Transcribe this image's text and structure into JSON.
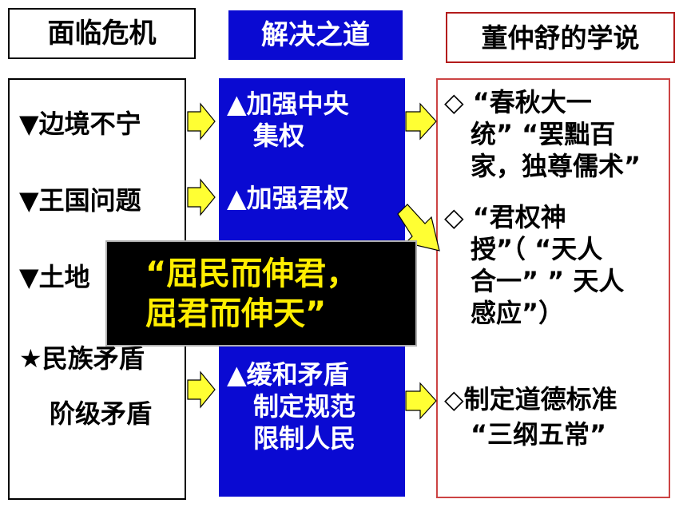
{
  "headers": {
    "crisis": "面临危机",
    "solution": "解决之道",
    "theory": "董仲舒的学说"
  },
  "crises": [
    "▼边境不宁",
    "▼王国问题",
    "▼土地",
    "★民族矛盾",
    "阶级矛盾"
  ],
  "solutions": [
    {
      "lines": [
        "▲加强中央",
        "集权"
      ]
    },
    {
      "lines": [
        "▲加强君权"
      ]
    },
    {
      "lines": [
        "▲缓和矛盾",
        "制定规范",
        "限制人民"
      ]
    }
  ],
  "theories": [
    {
      "lines": [
        "◇ “春秋大一",
        "统” “罢黜百",
        "家，独尊儒术”"
      ]
    },
    {
      "lines": [
        "◇ “君权神",
        "授”（ “天人",
        "合一” ” 天人",
        "感应”）"
      ]
    },
    {
      "lines": [
        "◇制定道德标准",
        "“三纲五常”"
      ]
    }
  ],
  "overlay": {
    "lines": [
      "“屈民而伸君，",
      "屈君而伸天”"
    ]
  },
  "colors": {
    "solution_bg": "#0a0ad2",
    "arrow_fill": "#ffff33",
    "overlay_text": "#ffee00",
    "theory_border": "#c44"
  }
}
